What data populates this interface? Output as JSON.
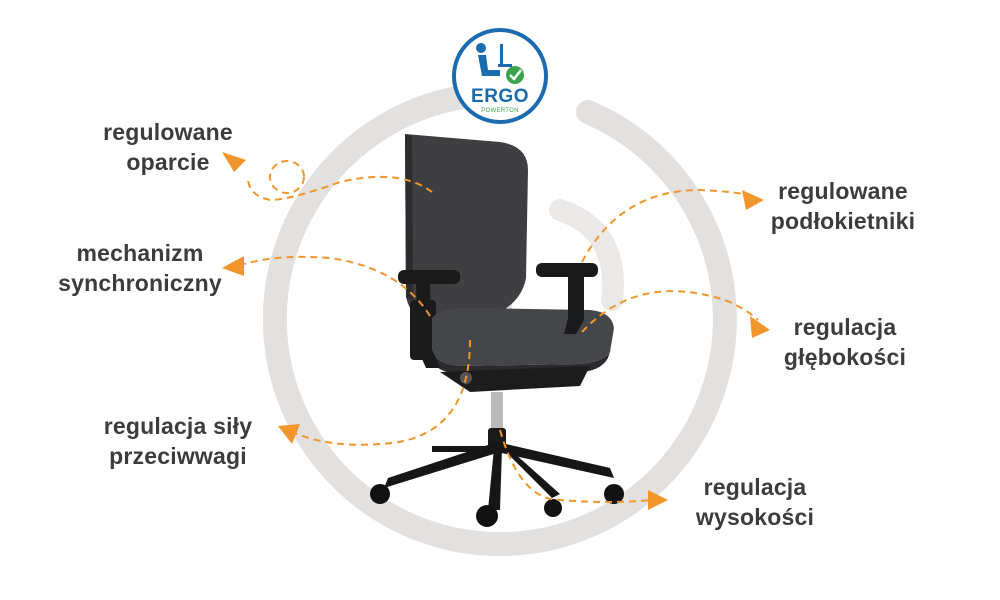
{
  "logo": {
    "brand": "ERGO",
    "sub": "POWERTON"
  },
  "labels": {
    "backrest": [
      "regulowane",
      "oparcie"
    ],
    "mechanism": [
      "mechanizm",
      "synchroniczny"
    ],
    "counterweight": [
      "regulacja siły",
      "przeciwwagi"
    ],
    "armrests": [
      "regulowane",
      "podłokietniki"
    ],
    "depth": [
      "regulacja",
      "głębokości"
    ],
    "height": [
      "regulacja",
      "wysokości"
    ]
  },
  "colors": {
    "accent_arrow": "#f0962a",
    "label_text": "#3c3c3c",
    "background_ring": "#e3e0e0",
    "chair_fabric": "#3f3f41",
    "chair_frame": "#151515",
    "logo_blue": "#1b6bb0",
    "logo_green": "#3aa24a"
  }
}
